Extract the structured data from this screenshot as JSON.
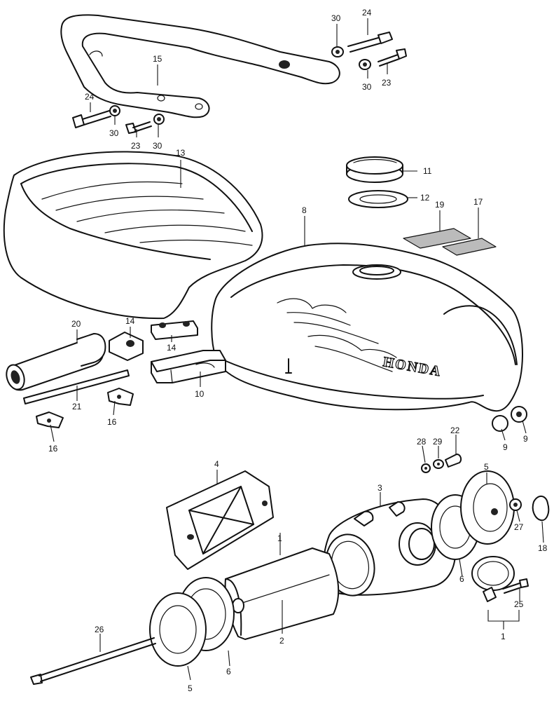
{
  "diagram": {
    "brand_text": "HONDA",
    "callouts": {
      "c1a": "1",
      "c1b": "1",
      "c2": "2",
      "c3": "3",
      "c4": "4",
      "c5a": "5",
      "c5b": "5",
      "c6a": "6",
      "c6b": "6",
      "c8": "8",
      "c9a": "9",
      "c9b": "9",
      "c10": "10",
      "c11": "11",
      "c12": "12",
      "c13": "13",
      "c14a": "14",
      "c14b": "14",
      "c15": "15",
      "c16a": "16",
      "c16b": "16",
      "c17": "17",
      "c18": "18",
      "c19": "19",
      "c20": "20",
      "c21": "21",
      "c22": "22",
      "c23a": "23",
      "c23b": "23",
      "c24a": "24",
      "c24b": "24",
      "c25": "25",
      "c26": "26",
      "c27": "27",
      "c28": "28",
      "c29": "29",
      "c30a": "30",
      "c30b": "30",
      "c30c": "30",
      "c30d": "30"
    }
  }
}
